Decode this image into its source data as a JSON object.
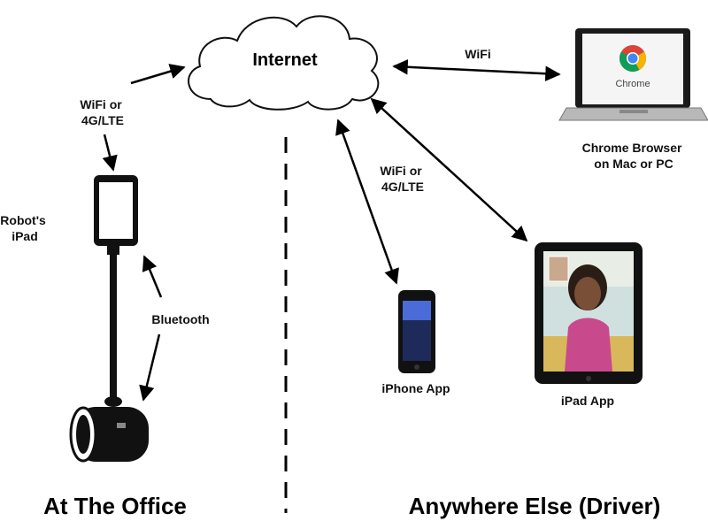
{
  "cloud": {
    "label": "Internet"
  },
  "connections": {
    "robot_to_internet": "WiFi or\n4G/LTE",
    "laptop_to_internet": "WiFi",
    "mobile_to_internet": "WiFi or\n4G/LTE",
    "robot_to_ipad": "Bluetooth"
  },
  "devices": {
    "robot_ipad_label": "Robot's\niPad",
    "chrome_screen_text": "Chrome",
    "chrome_label": "Chrome Browser\non Mac or PC",
    "iphone_label": "iPhone App",
    "ipad_label": "iPad App"
  },
  "sections": {
    "office": "At The Office",
    "driver": "Anywhere Else (Driver)"
  },
  "colors": {
    "chrome_red": "#db4437",
    "chrome_green": "#0f9d58",
    "chrome_yellow": "#f4b400",
    "chrome_blue": "#4285f4"
  }
}
